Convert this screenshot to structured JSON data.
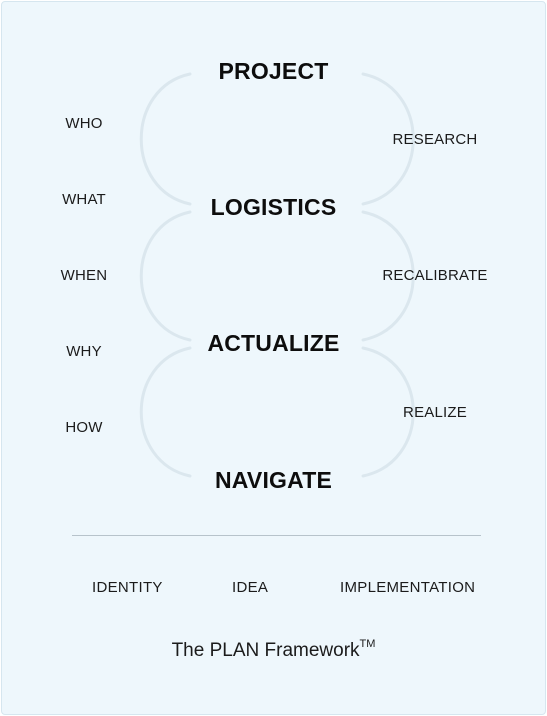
{
  "colors": {
    "background": "#eef7fc",
    "curve": "#dbe7ee",
    "text": "#0d0d0d",
    "divider": "#b7c3cb"
  },
  "stages": [
    "PROJECT",
    "LOGISTICS",
    "ACTUALIZE",
    "NAVIGATE"
  ],
  "left_questions": [
    "WHO",
    "WHAT",
    "WHEN",
    "WHY",
    "HOW"
  ],
  "right_actions": [
    "RESEARCH",
    "RECALIBRATE",
    "REALIZE"
  ],
  "pillars": [
    "IDENTITY",
    "IDEA",
    "IMPLEMENTATION"
  ],
  "footer": {
    "title": "The PLAN Framework",
    "mark": "TM"
  }
}
